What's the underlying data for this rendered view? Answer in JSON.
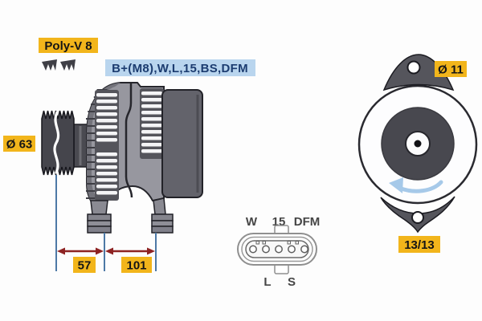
{
  "diagram": {
    "labels": {
      "belt": "Poly-V 8",
      "terminals": "B+(M8),W,L,15,BS,DFM",
      "pulley_diameter": "Ø 63",
      "hole_diameter": "Ø 11",
      "ratio": "13/13"
    },
    "dimensions": {
      "d57": "57",
      "d101": "101"
    },
    "connector": {
      "top": [
        "W",
        "15",
        "DFM"
      ],
      "bottom": [
        "L",
        "S"
      ]
    },
    "colors": {
      "label_yellow": "#F2B51B",
      "label_blue_bg": "#B9D5EE",
      "label_blue_text": "#1C3C70",
      "dimension_red": "#8E2323",
      "dimension_blue": "#4D79A6",
      "rotation_arrow_blue": "#A6C9E9",
      "body_gray": "#97979F",
      "dark_gray": "#55555C"
    }
  }
}
